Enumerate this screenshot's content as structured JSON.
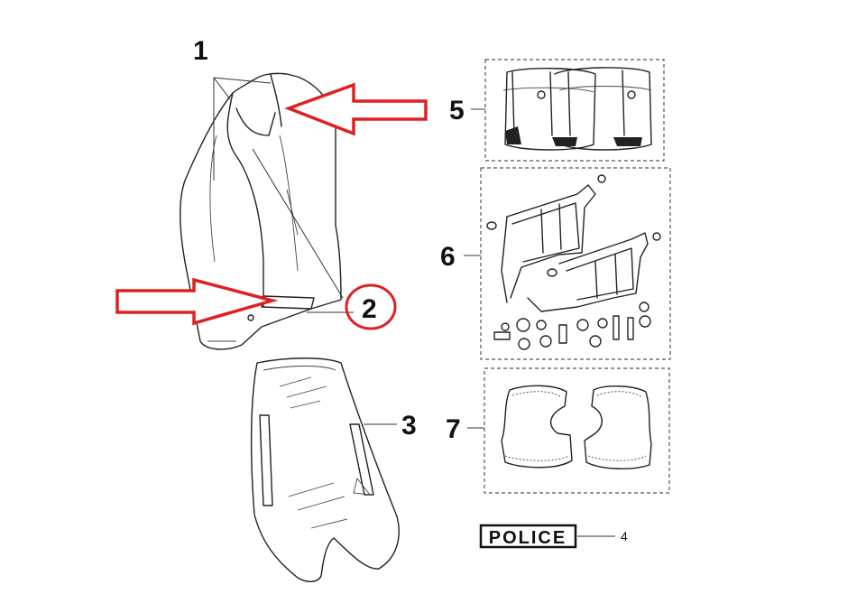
{
  "diagram": {
    "callouts": [
      {
        "id": "1",
        "text": "1"
      },
      {
        "id": "2",
        "text": "2"
      },
      {
        "id": "3",
        "text": "3"
      },
      {
        "id": "4",
        "text": "4"
      },
      {
        "id": "5",
        "text": "5"
      },
      {
        "id": "6",
        "text": "6"
      },
      {
        "id": "7",
        "text": "7"
      }
    ],
    "badge_text": "POLICE",
    "colors": {
      "highlight": "#e02020",
      "ink": "#222222",
      "background": "#ffffff"
    }
  }
}
